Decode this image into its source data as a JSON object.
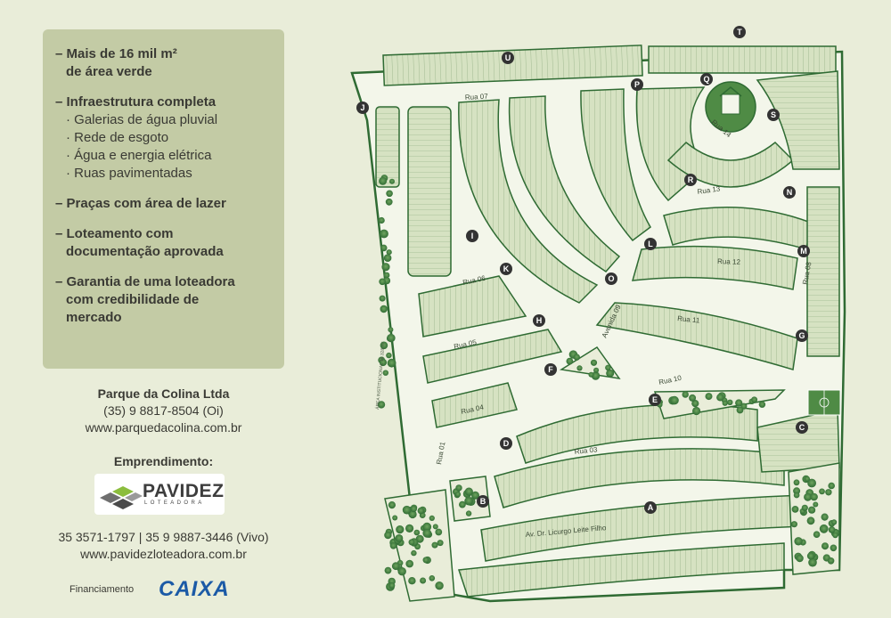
{
  "features": [
    {
      "lines": [
        "– Mais de 16 mil m²",
        "de área verde"
      ]
    },
    {
      "lines": [
        "– Infraestrutura completa"
      ],
      "subs": [
        "· Galerias de água pluvial",
        "· Rede de esgoto",
        "· Água e energia elétrica",
        "· Ruas pavimentadas"
      ]
    },
    {
      "lines": [
        "– Praças com área de lazer"
      ]
    },
    {
      "lines": [
        "– Loteamento com",
        "documentação aprovada"
      ]
    },
    {
      "lines": [
        "– Garantia de uma loteadora",
        "com credibilidade de",
        "mercado"
      ]
    }
  ],
  "contact": {
    "company": "Parque da Colina Ltda",
    "phone": "(35) 9 8817-8504 (Oi)",
    "website": "www.parquedacolina.com.br"
  },
  "developer": {
    "label": "Emprendimento:",
    "logo_name": "PAVIDEZ",
    "logo_sub": "LOTEADORA",
    "phones": "35 3571-1797 | 35 9 9887-3446 (Vivo)",
    "website": "www.pavidezloteadora.com.br"
  },
  "financing": {
    "label": "Financiamento",
    "bank": "CAIXA"
  },
  "map": {
    "colors": {
      "lot_fill": "#d6e2c2",
      "street": "#f3f6ea",
      "outline": "#2f6b33",
      "green_area": "#4f8b45",
      "marker": "#333333"
    },
    "markers": [
      "A",
      "B",
      "C",
      "D",
      "E",
      "F",
      "G",
      "H",
      "I",
      "J",
      "K",
      "L",
      "M",
      "N",
      "O",
      "P",
      "Q",
      "R",
      "S",
      "T",
      "U"
    ],
    "streets": [
      "Rua 07",
      "Rua 06",
      "Rua 05",
      "Rua 04",
      "Rua 03",
      "Rua 10",
      "Rua 11",
      "Rua 12",
      "Rua 13",
      "Rua 14",
      "Rua 08",
      "Rua 01",
      "Avenida 09",
      "Av. Dr. Licurgo Leite Filho"
    ],
    "small_text": "ÁREA INSTITUCIONAL 16.328 m²"
  }
}
